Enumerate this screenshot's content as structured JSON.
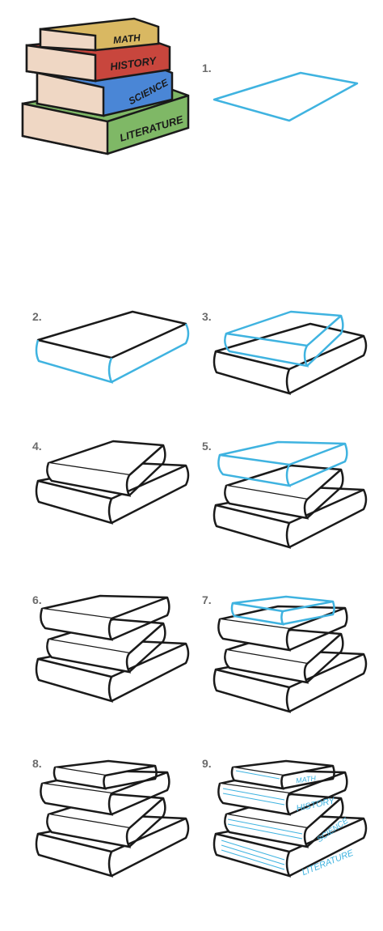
{
  "colors": {
    "outline": "#1a1a1a",
    "highlight": "#3fb3e0",
    "math": "#d9b862",
    "history": "#c8463d",
    "science": "#4a86d6",
    "literature": "#7fb866",
    "pages": "#efd7c4",
    "step_number": "#6b6b6b"
  },
  "book_labels": {
    "math": "MATH",
    "history": "HISTORY",
    "science": "SCIENCE",
    "literature": "LITERATURE"
  },
  "steps": [
    "1.",
    "2.",
    "3.",
    "4.",
    "5.",
    "6.",
    "7.",
    "8.",
    "9."
  ]
}
